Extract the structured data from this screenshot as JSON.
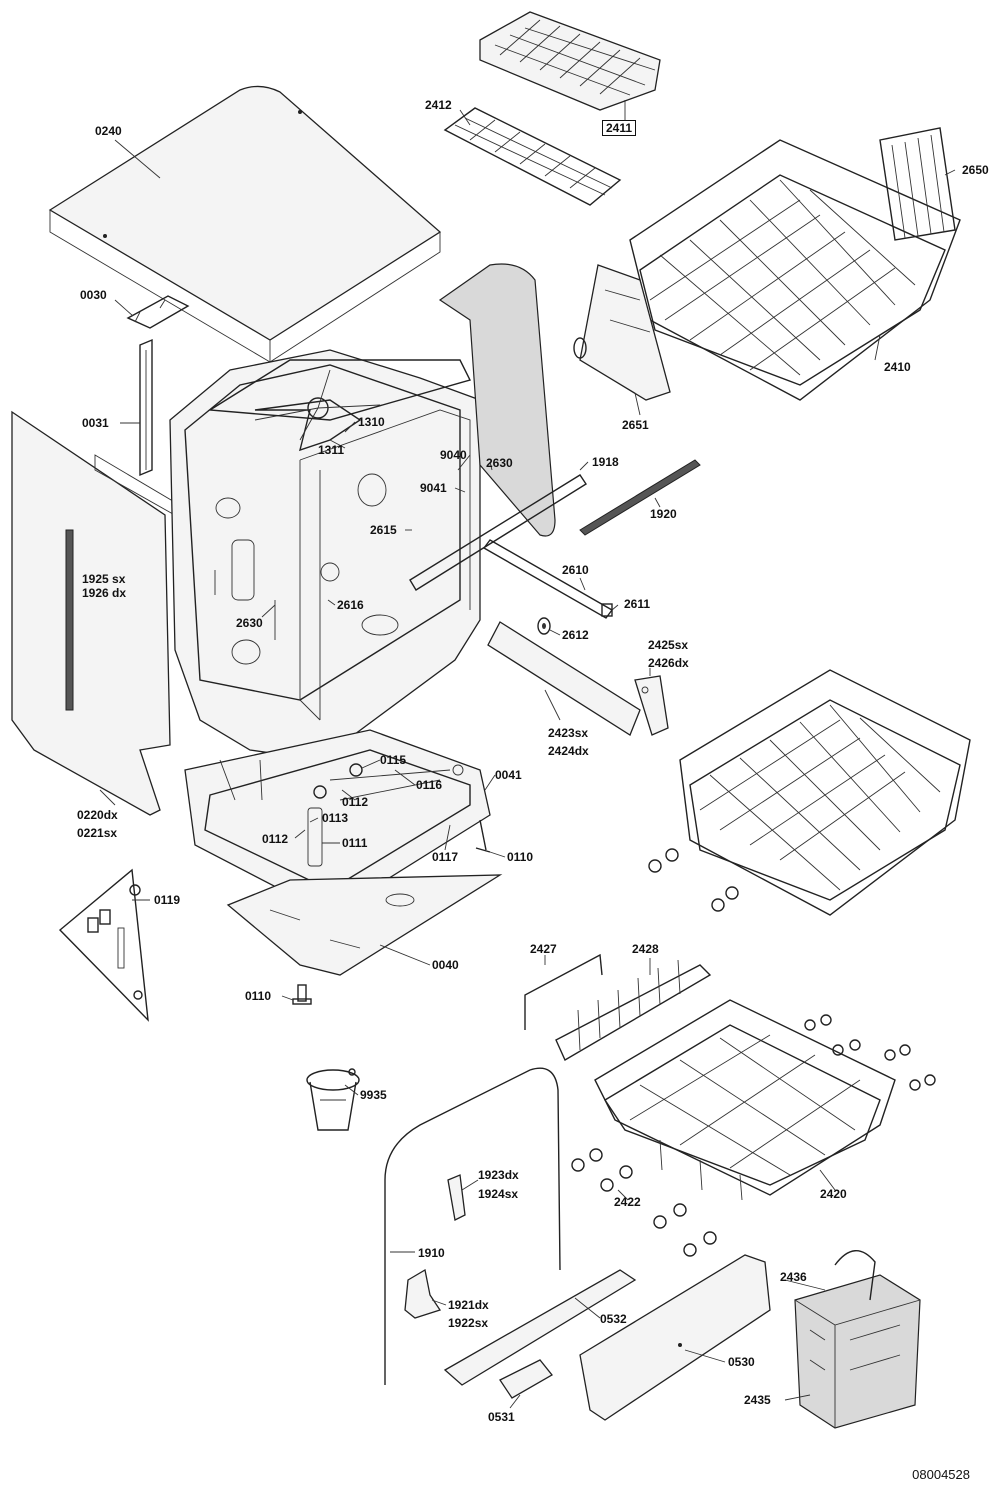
{
  "document_number": "08004528",
  "labels": [
    {
      "id": "2411",
      "text": "2411",
      "boxed": true
    },
    {
      "id": "2412",
      "text": "2412"
    },
    {
      "id": "2650",
      "text": "2650"
    },
    {
      "id": "0240",
      "text": "0240"
    },
    {
      "id": "0030",
      "text": "0030"
    },
    {
      "id": "2410",
      "text": "2410"
    },
    {
      "id": "0031",
      "text": "0031"
    },
    {
      "id": "1310",
      "text": "1310"
    },
    {
      "id": "1311",
      "text": "1311"
    },
    {
      "id": "2651",
      "text": "2651"
    },
    {
      "id": "9040",
      "text": "9040"
    },
    {
      "id": "2630a",
      "text": "2630"
    },
    {
      "id": "1918",
      "text": "1918"
    },
    {
      "id": "9041",
      "text": "9041"
    },
    {
      "id": "1920",
      "text": "1920"
    },
    {
      "id": "2615",
      "text": "2615"
    },
    {
      "id": "1925",
      "text": "1925 sx"
    },
    {
      "id": "1926",
      "text": "1926 dx"
    },
    {
      "id": "2610",
      "text": "2610"
    },
    {
      "id": "2611",
      "text": "2611"
    },
    {
      "id": "2616",
      "text": "2616"
    },
    {
      "id": "2630b",
      "text": "2630"
    },
    {
      "id": "2612",
      "text": "2612"
    },
    {
      "id": "2425",
      "text": "2425sx"
    },
    {
      "id": "2426",
      "text": "2426dx"
    },
    {
      "id": "2423",
      "text": "2423sx"
    },
    {
      "id": "2424",
      "text": "2424dx"
    },
    {
      "id": "0115",
      "text": "0115"
    },
    {
      "id": "0041",
      "text": "0041"
    },
    {
      "id": "0116",
      "text": "0116"
    },
    {
      "id": "0220",
      "text": "0220dx"
    },
    {
      "id": "0221",
      "text": "0221sx"
    },
    {
      "id": "0112a",
      "text": "0112"
    },
    {
      "id": "0113",
      "text": "0113"
    },
    {
      "id": "0112b",
      "text": "0112"
    },
    {
      "id": "0111",
      "text": "0111"
    },
    {
      "id": "0117",
      "text": "0117"
    },
    {
      "id": "0110a",
      "text": "0110"
    },
    {
      "id": "0119",
      "text": "0119"
    },
    {
      "id": "0040",
      "text": "0040"
    },
    {
      "id": "2427",
      "text": "2427"
    },
    {
      "id": "2428",
      "text": "2428"
    },
    {
      "id": "0110b",
      "text": "0110"
    },
    {
      "id": "9935",
      "text": "9935"
    },
    {
      "id": "1923",
      "text": "1923dx"
    },
    {
      "id": "1924",
      "text": "1924sx"
    },
    {
      "id": "2422",
      "text": "2422"
    },
    {
      "id": "2420",
      "text": "2420"
    },
    {
      "id": "1910",
      "text": "1910"
    },
    {
      "id": "2436",
      "text": "2436"
    },
    {
      "id": "1921",
      "text": "1921dx"
    },
    {
      "id": "1922",
      "text": "1922sx"
    },
    {
      "id": "0532",
      "text": "0532"
    },
    {
      "id": "0530",
      "text": "0530"
    },
    {
      "id": "2435",
      "text": "2435"
    },
    {
      "id": "0531",
      "text": "0531"
    }
  ]
}
